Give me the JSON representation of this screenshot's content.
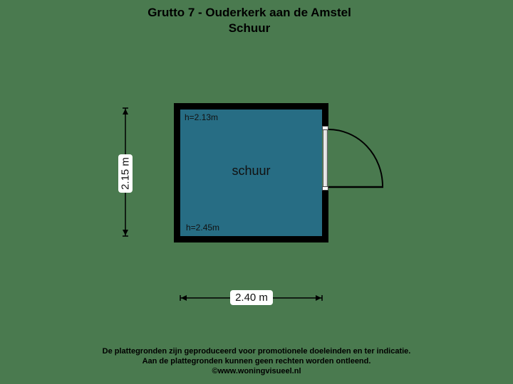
{
  "header": {
    "title": "Grutto 7 - Ouderkerk aan de Amstel",
    "subtitle": "Schuur"
  },
  "room": {
    "name": "schuur",
    "height_top": "h=2.13m",
    "height_bottom": "h=2.45m",
    "floor_color": "#276d84",
    "wall_color": "#000000"
  },
  "dimensions": {
    "vertical": "2.15 m",
    "horizontal": "2.40 m"
  },
  "door": {
    "side": "right",
    "swing": "outward-quarter-arc"
  },
  "footer": {
    "line1": "De plattegronden zijn geproduceerd voor promotionele doeleinden en ter indicatie.",
    "line2": "Aan de plattegronden kunnen geen rechten worden ontleend.",
    "line3": "©www.woningvisueel.nl"
  },
  "colors": {
    "background": "#4a7a4f"
  }
}
